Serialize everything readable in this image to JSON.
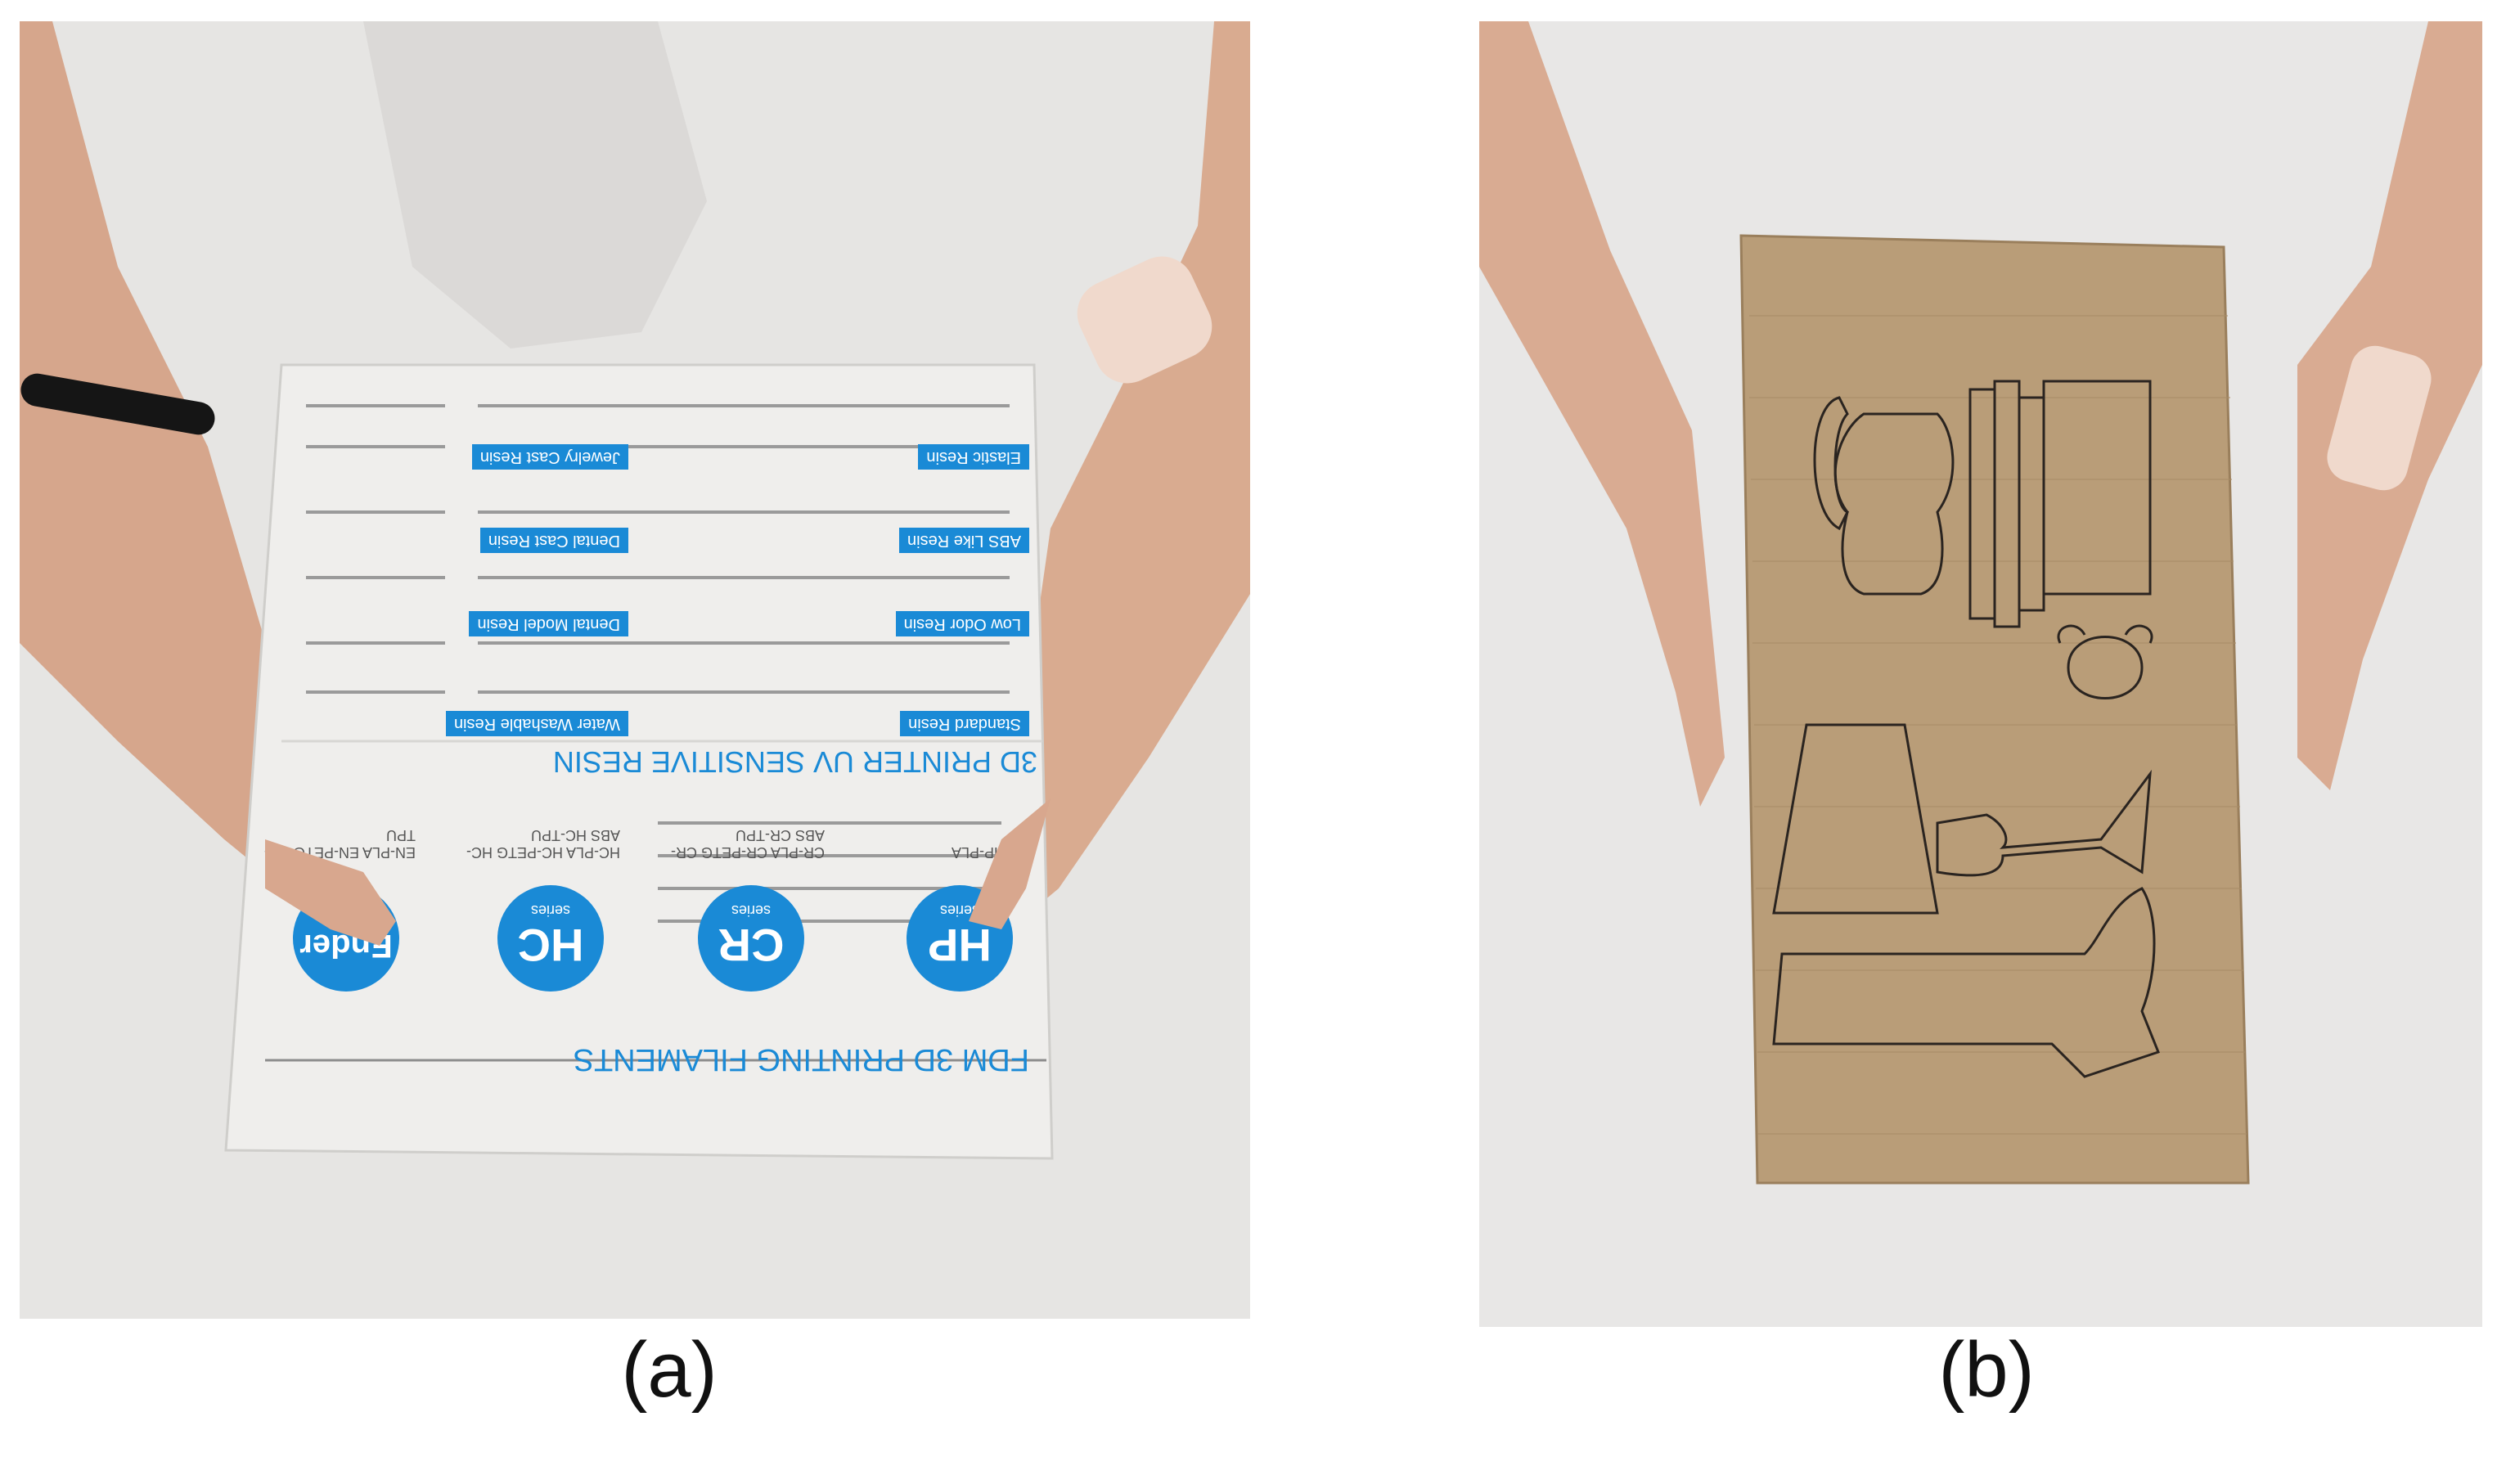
{
  "figure": {
    "panels": [
      {
        "caption": "(a)",
        "box_text": {
          "fdm_title": "FDM  3D PRINTING FILAMENTS",
          "series_badges": [
            {
              "name": "HP",
              "sub": "series"
            },
            {
              "name": "CR",
              "sub": "series"
            },
            {
              "name": "HC",
              "sub": "series"
            },
            {
              "name": "Ender",
              "sub": "series"
            }
          ],
          "filament_lists": [
            "HP-PLA",
            "CR-PLA  CR-PETG  CR-ABS  CR-TPU",
            "HC-PLA  HC-PETG  HC-ABS  HC-TPU",
            "EN-PLA  EN-PETG  EN-TPU"
          ],
          "resin_title": "3D PRINTER UV SENSITIVE RESIN",
          "resin_tags_left": [
            "Standard Resin",
            "Low Odor Resin",
            "ABS Like Resin",
            "Elastic Resin"
          ],
          "resin_tags_right": [
            "Water Washable Resin",
            "Dental Model Resin",
            "Dental Cast Resin",
            "Jewelry Cast Resin"
          ]
        }
      },
      {
        "caption": "(b)"
      }
    ]
  },
  "colors": {
    "background": "#ffffff",
    "wall": "#e4e3e1",
    "box_white": "#eeeeec",
    "brand_blue": "#1a8ad6",
    "cardboard": "#b99d78",
    "skin": "#d9a98f",
    "strap": "#f0d9cc"
  },
  "icons": [
    "telephone-drawing",
    "vase-drawing",
    "stacked-books-drawing",
    "alarm-clock-drawing",
    "table-lamp-drawing",
    "boot-drawing"
  ]
}
